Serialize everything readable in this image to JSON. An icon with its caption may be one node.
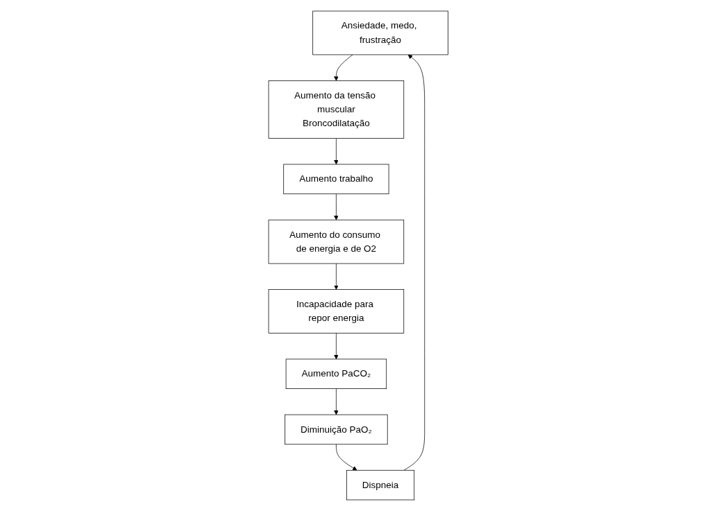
{
  "diagram": {
    "nodes": [
      {
        "text": [
          "Ansiedade, medo, frustração"
        ]
      },
      {
        "text": [
          "Aumento da tensão muscular",
          "Broncodilatação"
        ]
      },
      {
        "text": [
          "Dispneia"
        ]
      },
      {
        "text": [
          "Aumento trabalho"
        ]
      },
      {
        "text": [
          "Aumento do consumo de energia e de O2"
        ]
      },
      {
        "text": [
          "Diminuição PaO₂"
        ]
      },
      {
        "text": [
          "Incapacidade para repor energia"
        ]
      },
      {
        "text": [
          "Aumento PaCO₂"
        ]
      }
    ],
    "edges": [
      {
        "from": 0,
        "to": 1,
        "arrow": "to"
      },
      {
        "from": 1,
        "to": 3,
        "arrow": "to"
      },
      {
        "from": 3,
        "to": 4,
        "arrow": "to"
      },
      {
        "from": 4,
        "to": 6,
        "arrow": "to"
      },
      {
        "from": 6,
        "to": 7,
        "arrow": "to"
      },
      {
        "from": 7,
        "to": 5,
        "arrow": "to"
      },
      {
        "from": 5,
        "to": 2,
        "arrow": "to"
      },
      {
        "from": 2,
        "to": 0,
        "arrow": "to"
      }
    ]
  }
}
